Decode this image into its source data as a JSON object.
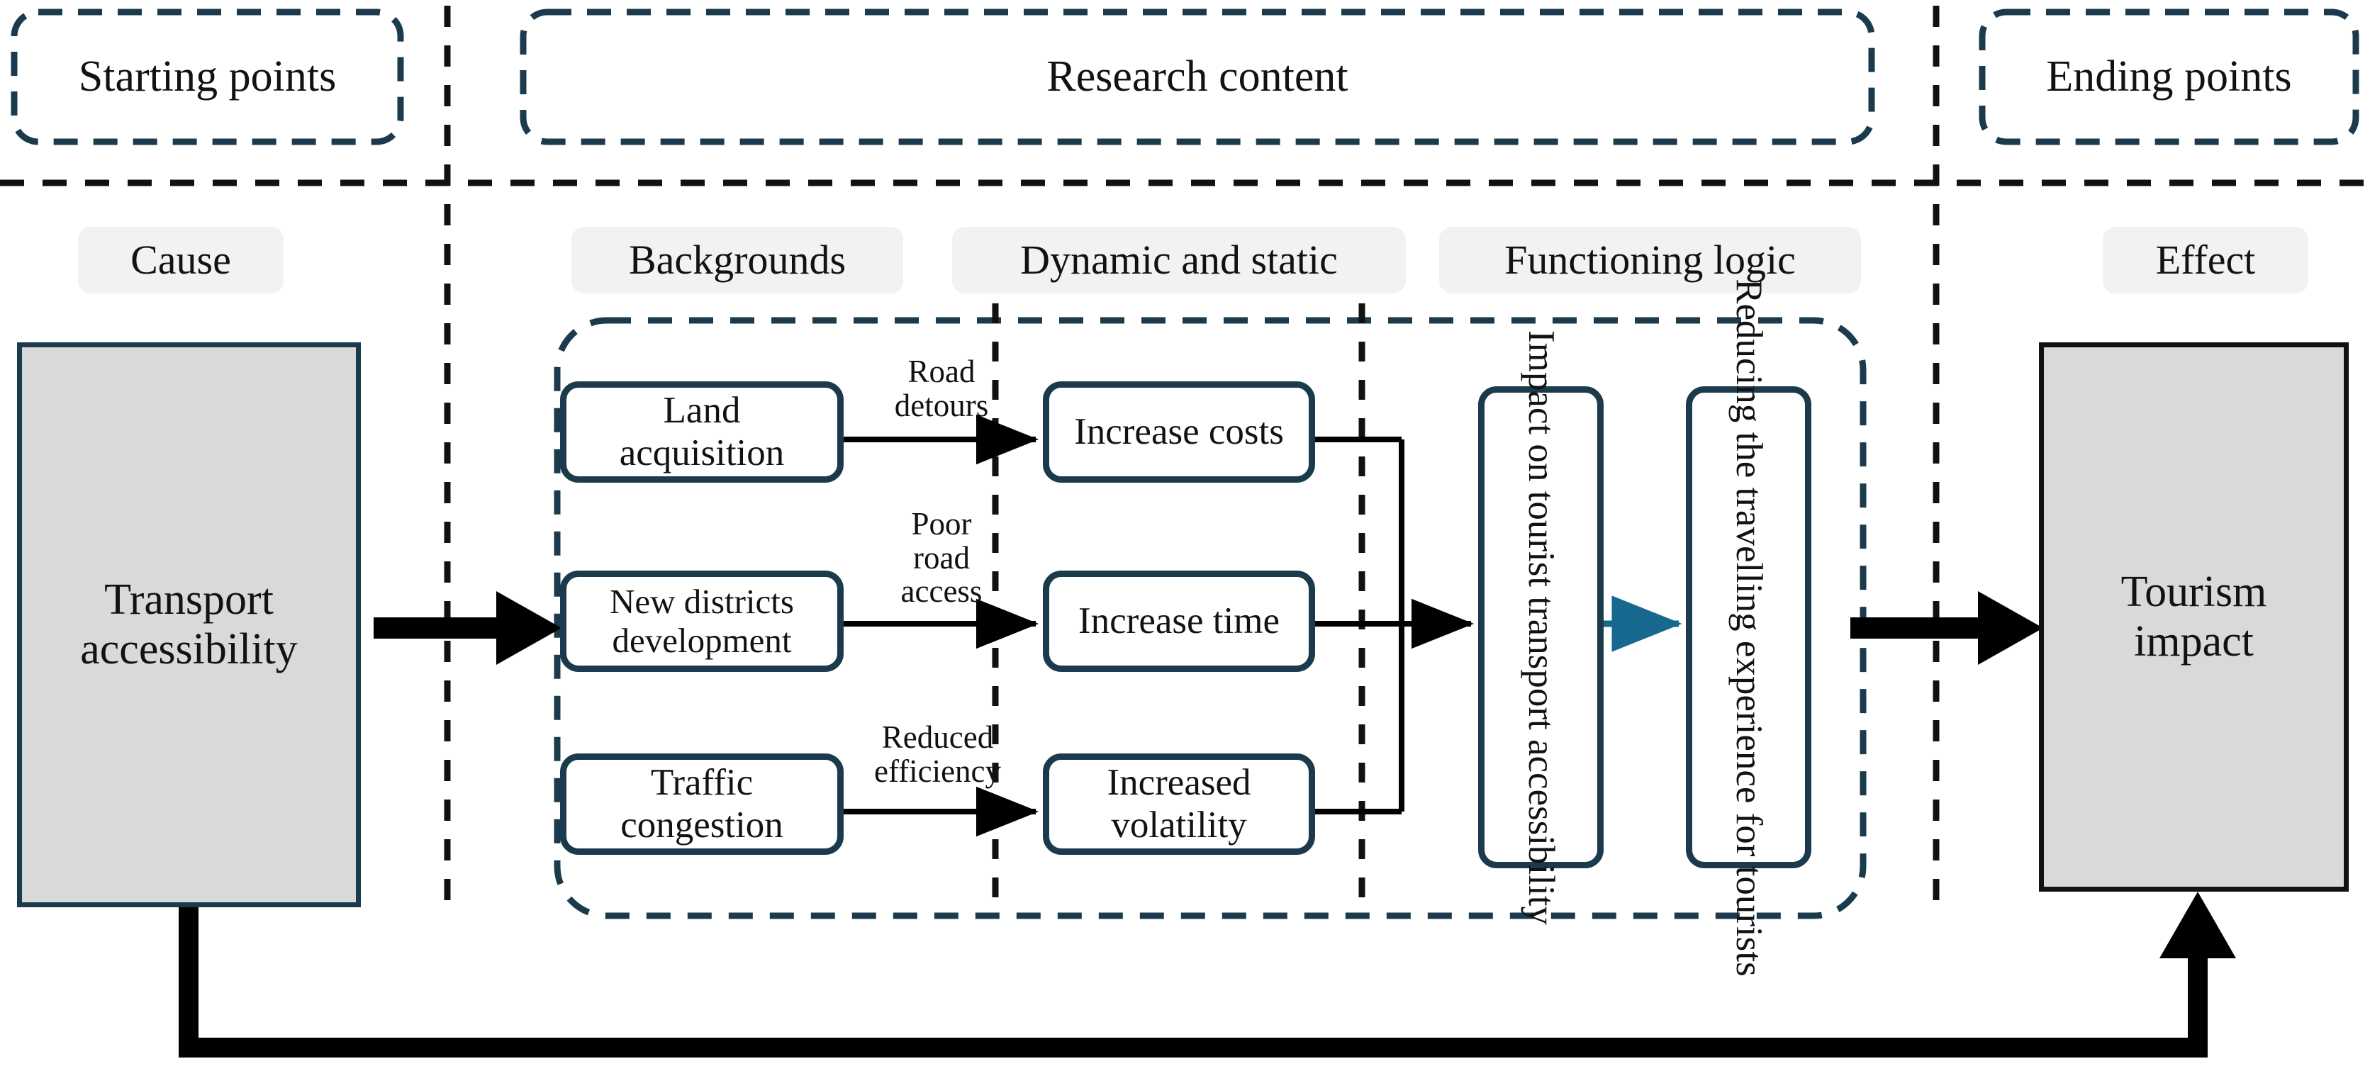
{
  "figure": {
    "type": "flow-diagram",
    "title": "Transport accessibility and tourism impact research framework"
  },
  "bands": {
    "starting": "Starting points",
    "research": "Research content",
    "ending": "Ending points"
  },
  "columns": {
    "cause": "Cause",
    "backgrounds": "Backgrounds",
    "dynamic_static": "Dynamic and static",
    "functioning_logic": "Functioning logic",
    "effect": "Effect"
  },
  "nodes": {
    "cause_block": "Transport accessibility",
    "effect_block": "Tourism impact",
    "backgrounds": [
      "Land acquisition",
      "New districts development",
      "Traffic congestion"
    ],
    "outcomes": [
      "Increase costs",
      "Increase time",
      "Increased volatility"
    ],
    "logic": [
      "Impact on tourist transport accessibility",
      "Reducing the travelling experience for tourists"
    ]
  },
  "edge_labels": [
    "Road detours",
    "Poor road access",
    "Reduced efficiency"
  ],
  "edge_labels_lines": [
    [
      "Road",
      "detours"
    ],
    [
      "Poor",
      "road",
      "access"
    ],
    [
      "Reduced",
      "efficiency"
    ]
  ],
  "colors": {
    "teal_border": "#1b3b4d",
    "teal_arrow": "#17688f",
    "grey_fill": "#d9d9d9",
    "pill_fill": "#f2f2f2",
    "black": "#000000",
    "text": "#121212"
  }
}
